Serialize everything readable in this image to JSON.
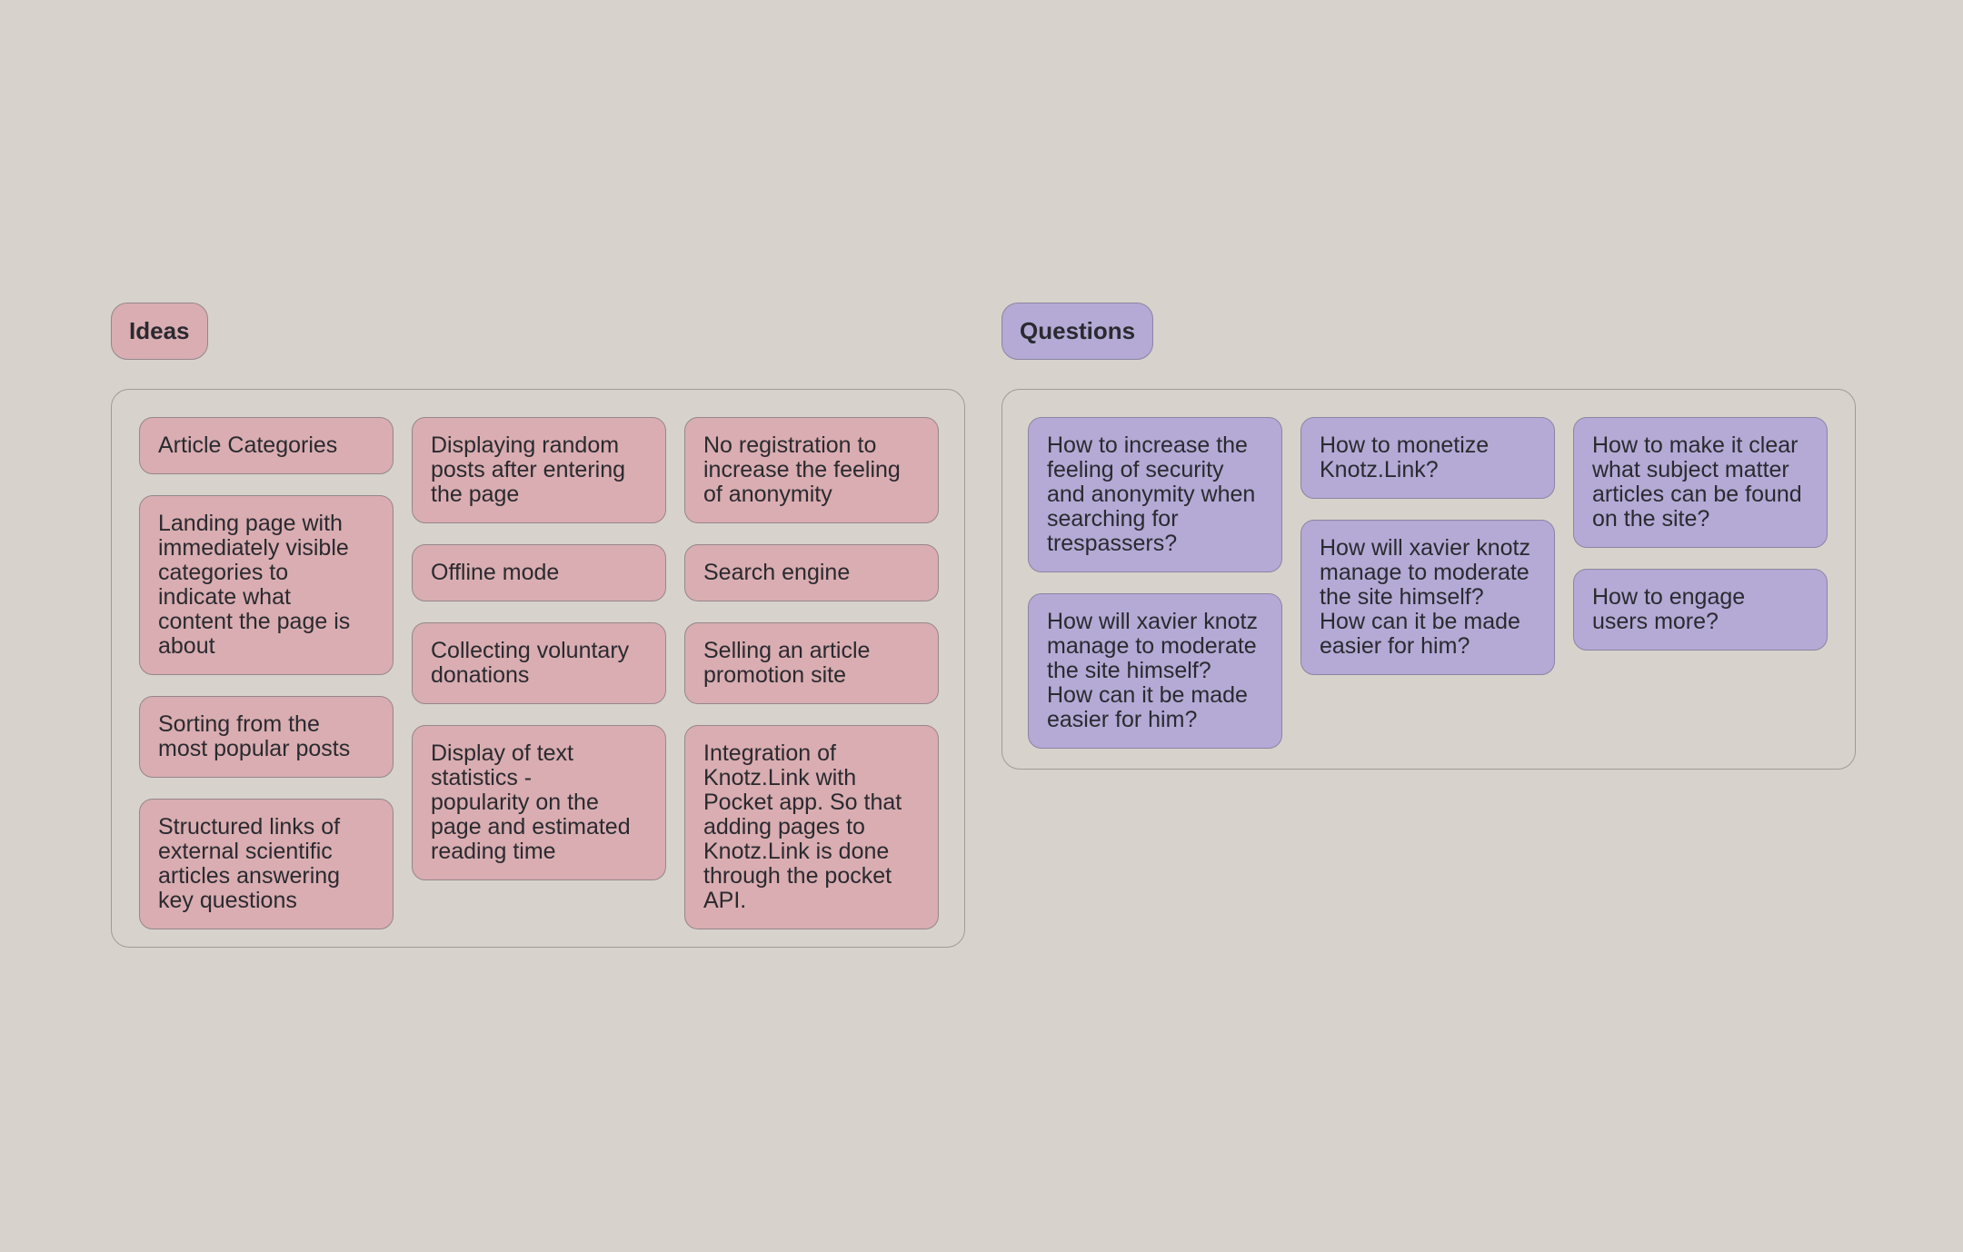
{
  "canvas": {
    "background": "#d8d2cc",
    "text_color": "#2a2a30"
  },
  "sections": [
    {
      "id": "ideas",
      "label": "Ideas",
      "colors": {
        "card_bg": "#d9adb1",
        "card_border": "#94878d"
      },
      "columns": [
        [
          "Article Categories",
          "Landing page with\nimmediately visible\ncategories to\nindicate what\ncontent the page is\nabout",
          "Sorting from the\nmost popular posts",
          "Structured links of\nexternal scientific\narticles answering\nkey questions"
        ],
        [
          "Displaying random\nposts after entering\nthe page",
          "Offline mode",
          "Collecting voluntary\ndonations",
          "Display of text\nstatistics -\npopularity on the\npage and estimated\nreading time"
        ],
        [
          "No registration to\nincrease the feeling\nof anonymity",
          "Search engine",
          "Selling an article\npromotion site",
          "Integration of\nKnotz.Link with\nPocket app. So that\nadding pages to\nKnotz.Link is done\nthrough the pocket\nAPI."
        ]
      ]
    },
    {
      "id": "questions",
      "label": "Questions",
      "colors": {
        "card_bg": "#b4aad5",
        "card_border": "#8b85a2"
      },
      "columns": [
        [
          "How to increase the\nfeeling of security\nand anonymity when\nsearching for\ntrespassers?",
          "How will xavier knotz\nmanage to moderate\nthe site himself?\nHow can it be made\neasier for him?"
        ],
        [
          "How to monetize\nKnotz.Link?",
          "How will xavier knotz\nmanage to moderate\nthe site himself?\nHow can it be made\neasier for him?"
        ],
        [
          "How to make it clear\nwhat subject matter\narticles can be found\non the site?",
          "How to engage\nusers more?"
        ]
      ]
    }
  ]
}
